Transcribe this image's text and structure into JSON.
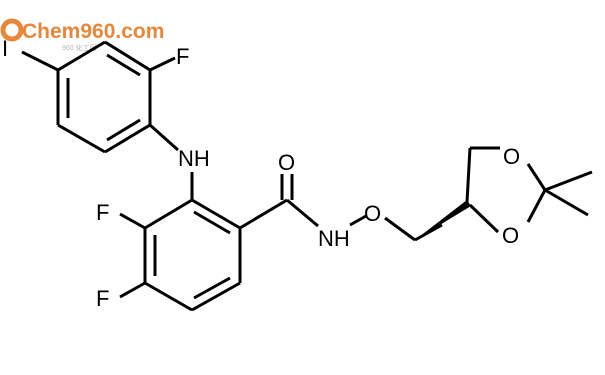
{
  "watermark": {
    "text": "Chem960.com",
    "subtext": "960 化工网",
    "color": "#e8873a"
  },
  "atoms": {
    "iodine": "I",
    "fluorine_aniline": "F",
    "amine": "NH",
    "fluorine_3": "F",
    "fluorine_4": "F",
    "carbonyl_oxygen": "O",
    "amide_nitrogen": "NH",
    "oxy_oxygen": "O",
    "dioxolane_oxygen_1": "O",
    "dioxolane_oxygen_2": "O"
  }
}
